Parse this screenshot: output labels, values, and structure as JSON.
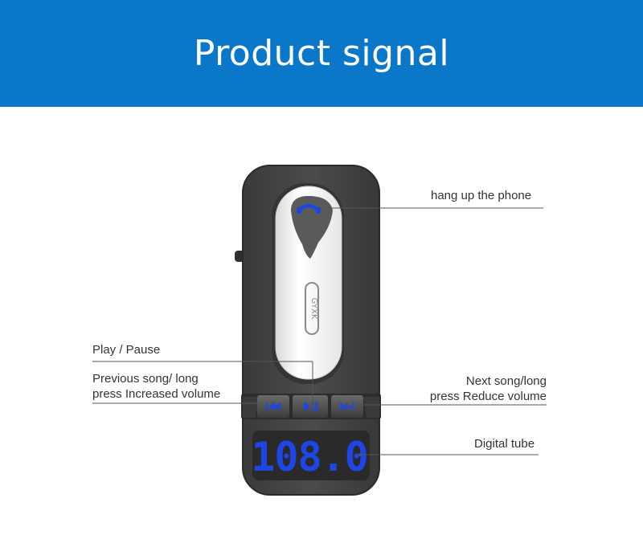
{
  "banner": {
    "title": "Product signal"
  },
  "device": {
    "display_value": "108.0",
    "brand_logo": "GYXK",
    "button_icons": [
      "prev-track-icon",
      "play-pause-icon",
      "next-track-icon"
    ],
    "accent_color": "#1e45e6"
  },
  "callouts": {
    "hang_up": "hang up the phone",
    "play_pause": "Play / Pause",
    "previous_line1": "Previous song/ long",
    "previous_line2": "press Increased volume",
    "next_line1": "Next song/long",
    "next_line2": "press Reduce volume",
    "digital_tube": "Digital tube"
  },
  "colors": {
    "banner": "#0b77c9",
    "label_text": "#333333",
    "leader_line": "#555555"
  }
}
